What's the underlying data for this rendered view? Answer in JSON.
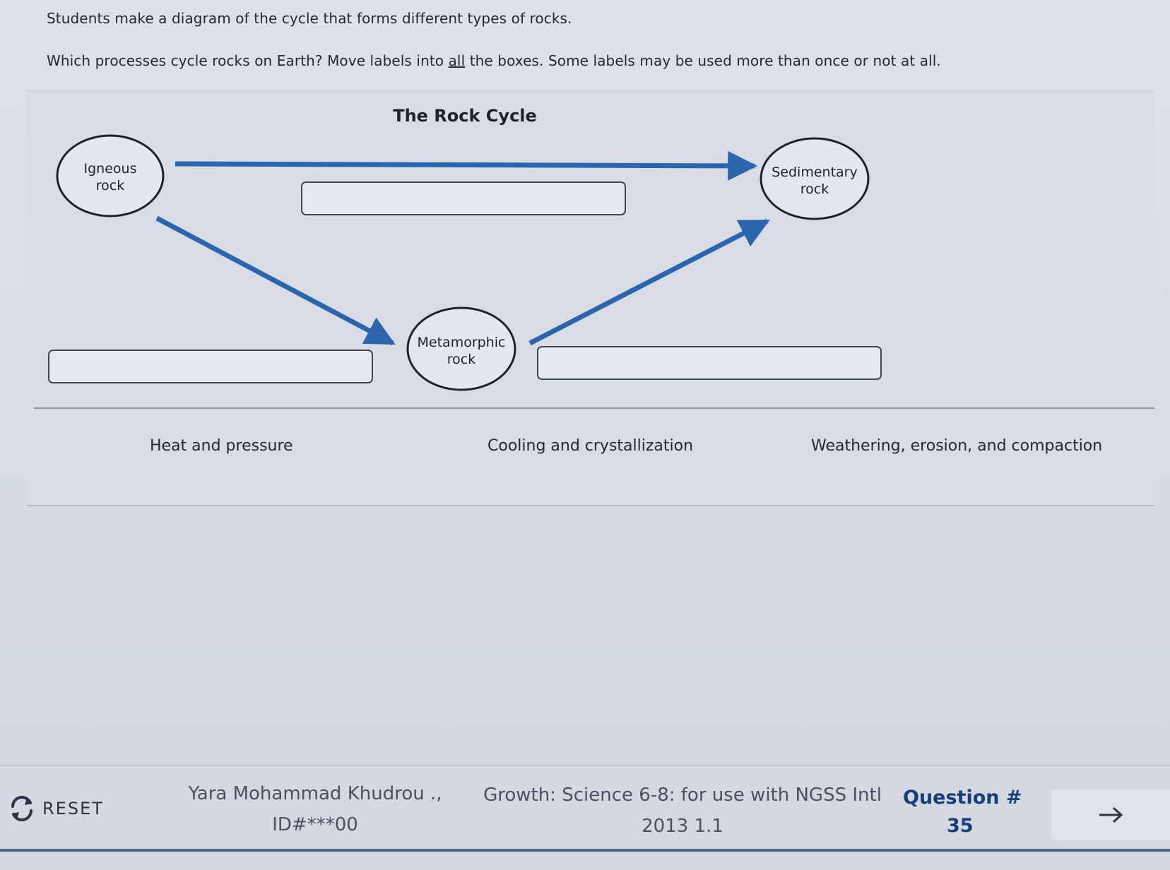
{
  "prompt": {
    "line1": "Students make a diagram of the cycle that forms different types of rocks.",
    "line2_before": "Which processes cycle rocks on Earth? Move labels into ",
    "line2_emph": "all",
    "line2_after": " the boxes. Some labels may be used more than once or not at all."
  },
  "diagram": {
    "title": "The Rock Cycle",
    "nodes": {
      "igneous_line1": "Igneous",
      "igneous_line2": "rock",
      "sedimentary_line1": "Sedimentary",
      "sedimentary_line2": "rock",
      "metamorphic_line1": "Metamorphic",
      "metamorphic_line2": "rock"
    },
    "arrow_color": "#2c64ad",
    "drop_boxes_empty": true
  },
  "labels": {
    "heat": "Heat and pressure",
    "cooling": "Cooling and crystallization",
    "weathering": "Weathering, erosion, and compaction"
  },
  "footer": {
    "reset": "RESET",
    "student_name": "Yara Mohammad Khudrou .,",
    "student_id": "ID#***00",
    "course_line1": "Growth: Science 6-8: for use with NGSS Intl",
    "course_line2": "2013 1.1",
    "question_title": "Question #",
    "question_number": "35",
    "icons": {
      "reset": "reset-icon",
      "next": "arrow-right-icon"
    },
    "accent_color": "#163e79"
  }
}
